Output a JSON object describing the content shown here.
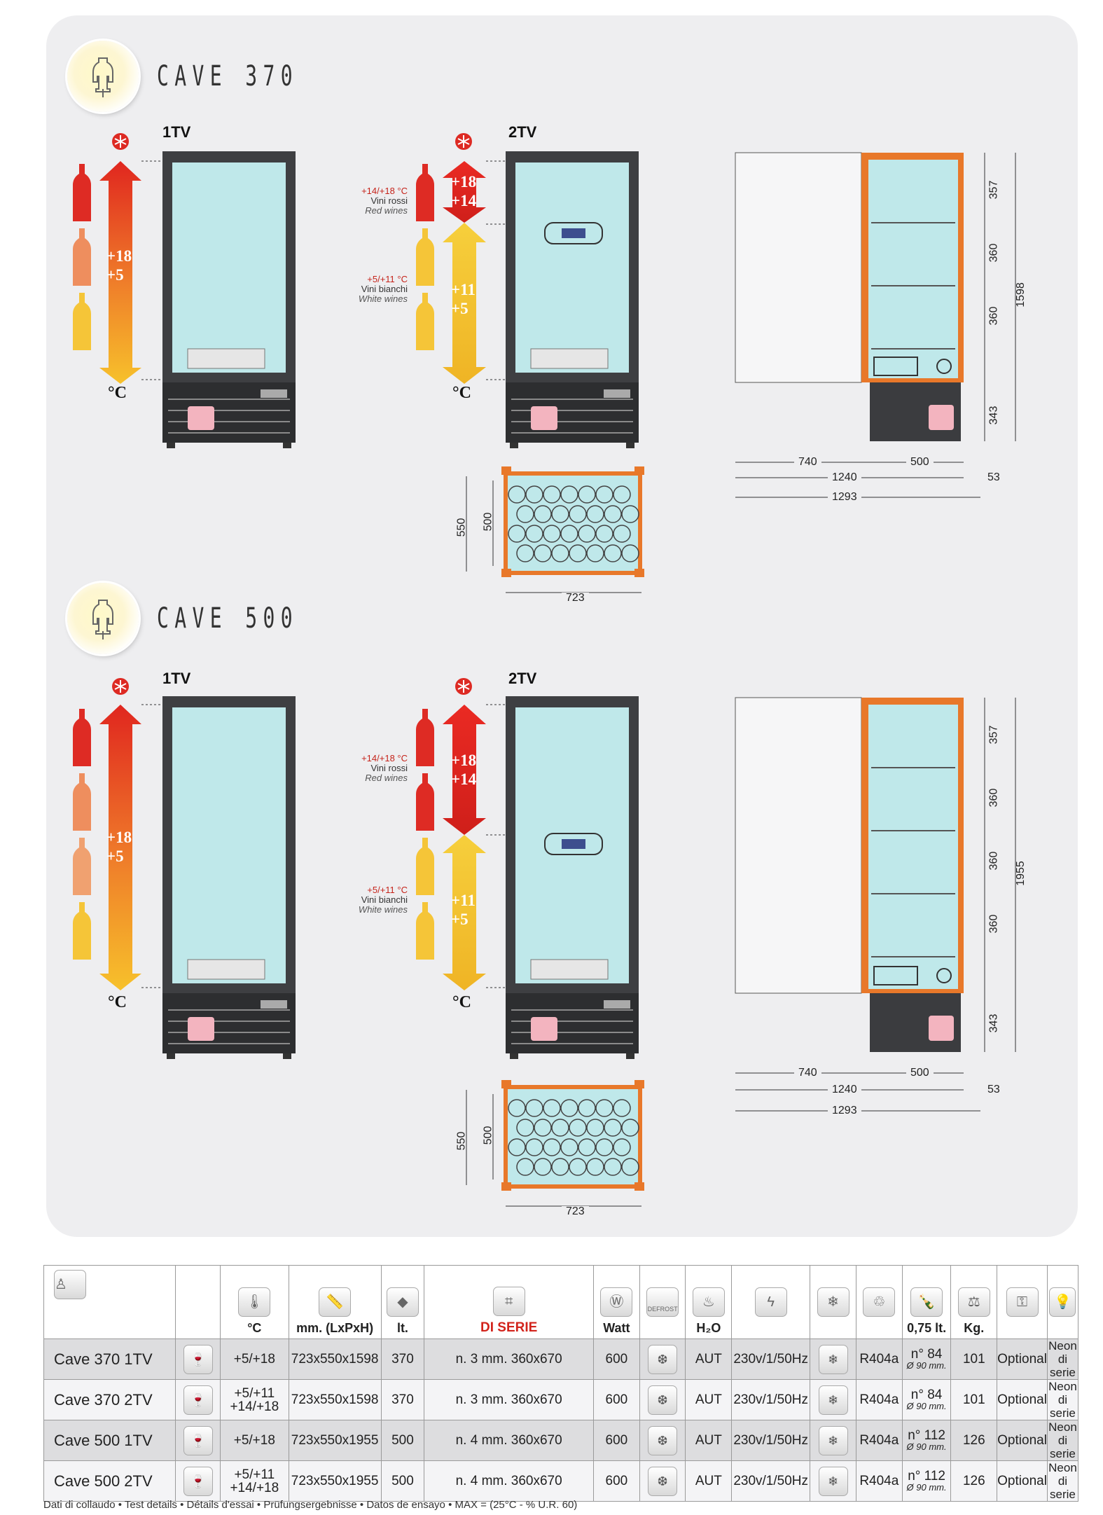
{
  "sections": [
    {
      "title": "CAVE 370",
      "label_1tv": "1TV",
      "label_2tv": "2TV",
      "range_1tv": [
        "+18",
        "+5"
      ],
      "range_2tv_top": [
        "+18",
        "+14"
      ],
      "range_2tv_bottom": [
        "+11",
        "+5"
      ],
      "degree": "°C",
      "red_zone": {
        "temp": "+14/+18 °C",
        "it": "Vini rossi",
        "en": "Red wines"
      },
      "white_zone": {
        "temp": "+5/+11 °C",
        "it": "Vini bianchi",
        "en": "White wines"
      },
      "plan_dims": {
        "depth_outer": "550",
        "depth_inner": "500",
        "width": "723"
      },
      "side_dims": {
        "shelf1": "357",
        "shelf2": "360",
        "shelf3": "360",
        "base": "343",
        "height": "1598",
        "door": "740",
        "body": "500",
        "total": "1240",
        "overall": "1293",
        "back": "53"
      }
    },
    {
      "title": "CAVE 500",
      "label_1tv": "1TV",
      "label_2tv": "2TV",
      "range_1tv": [
        "+18",
        "+5"
      ],
      "range_2tv_top": [
        "+18",
        "+14"
      ],
      "range_2tv_bottom": [
        "+11",
        "+5"
      ],
      "degree": "°C",
      "red_zone": {
        "temp": "+14/+18 °C",
        "it": "Vini rossi",
        "en": "Red wines"
      },
      "white_zone": {
        "temp": "+5/+11 °C",
        "it": "Vini bianchi",
        "en": "White wines"
      },
      "plan_dims": {
        "depth_outer": "550",
        "depth_inner": "500",
        "width": "723"
      },
      "side_dims": {
        "shelf1": "357",
        "shelf2": "360",
        "shelf3": "360",
        "shelf4": "360",
        "base": "343",
        "height": "1955",
        "door": "740",
        "body": "500",
        "total": "1240",
        "overall": "1293",
        "back": "53"
      }
    }
  ],
  "table": {
    "header": {
      "temp": "°C",
      "dims": "mm. (LxPxH)",
      "volume": "lt.",
      "shelves": "DI SERIE",
      "power": "Watt",
      "defrost_icon_text": "DEFROST",
      "water": "H₂O",
      "bottle": "0,75 lt.",
      "weight": "Kg."
    },
    "rows": [
      {
        "model": "Cave 370 1TV",
        "temp": [
          "+5/+18"
        ],
        "dims": "723x550x1598",
        "lt": "370",
        "shelves": "n. 3 mm. 360x670",
        "watt": "600",
        "defrost": "AUT",
        "electric": "230v/1/50Hz",
        "gas": "R404a",
        "bottles": "n° 84",
        "bottle_d": "Ø 90 mm.",
        "kg": "101",
        "lock": "Optional",
        "light": [
          "Neon",
          "di serie"
        ]
      },
      {
        "model": "Cave 370 2TV",
        "temp": [
          "+5/+11",
          "+14/+18"
        ],
        "dims": "723x550x1598",
        "lt": "370",
        "shelves": "n. 3 mm. 360x670",
        "watt": "600",
        "defrost": "AUT",
        "electric": "230v/1/50Hz",
        "gas": "R404a",
        "bottles": "n° 84",
        "bottle_d": "Ø 90 mm.",
        "kg": "101",
        "lock": "Optional",
        "light": [
          "Neon",
          "di serie"
        ]
      },
      {
        "model": "Cave 500 1TV",
        "temp": [
          "+5/+18"
        ],
        "dims": "723x550x1955",
        "lt": "500",
        "shelves": "n. 4 mm. 360x670",
        "watt": "600",
        "defrost": "AUT",
        "electric": "230v/1/50Hz",
        "gas": "R404a",
        "bottles": "n° 112",
        "bottle_d": "Ø 90 mm.",
        "kg": "126",
        "lock": "Optional",
        "light": [
          "Neon",
          "di serie"
        ]
      },
      {
        "model": "Cave 500 2TV",
        "temp": [
          "+5/+11",
          "+14/+18"
        ],
        "dims": "723x550x1955",
        "lt": "500",
        "shelves": "n. 4 mm. 360x670",
        "watt": "600",
        "defrost": "AUT",
        "electric": "230v/1/50Hz",
        "gas": "R404a",
        "bottles": "n° 112",
        "bottle_d": "Ø 90 mm.",
        "kg": "126",
        "lock": "Optional",
        "light": [
          "Neon",
          "di serie"
        ]
      }
    ]
  },
  "footnote": "Dati di collaudo • Test details • Détails d'essai • Prüfungsergebnisse • Datos de ensayo • MAX = (25°C - % U.R. 60)",
  "colors": {
    "glass": "#bfe8ea",
    "frame": "#3e3f42",
    "accent_orange": "#e8782a",
    "red": "#dc2a22",
    "yellow": "#f2c12e"
  }
}
